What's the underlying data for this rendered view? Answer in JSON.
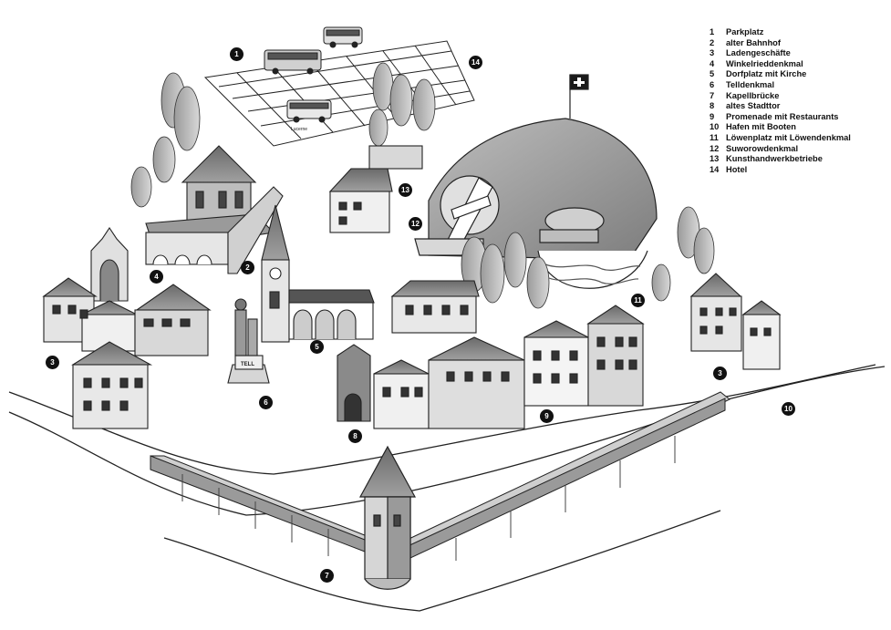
{
  "legend": [
    {
      "num": "1",
      "label": "Parkplatz"
    },
    {
      "num": "2",
      "label": "alter Bahnhof"
    },
    {
      "num": "3",
      "label": "Ladengeschäfte"
    },
    {
      "num": "4",
      "label": "Winkelrieddenkmal"
    },
    {
      "num": "5",
      "label": "Dorfplatz mit Kirche"
    },
    {
      "num": "6",
      "label": "Telldenkmal"
    },
    {
      "num": "7",
      "label": "Kapellbrücke"
    },
    {
      "num": "8",
      "label": "altes Stadttor"
    },
    {
      "num": "9",
      "label": "Promenade mit Restaurants"
    },
    {
      "num": "10",
      "label": "Hafen mit Booten"
    },
    {
      "num": "11",
      "label": "Löwenplatz mit Löwendenkmal"
    },
    {
      "num": "12",
      "label": "Suworowdenkmal"
    },
    {
      "num": "13",
      "label": "Kunsthandwerkbetriebe"
    },
    {
      "num": "14",
      "label": "Hotel"
    }
  ],
  "markers": [
    "1",
    "2",
    "3",
    "4",
    "5",
    "6",
    "7",
    "8",
    "9",
    "10",
    "11",
    "12",
    "13",
    "14",
    "3"
  ],
  "signs": {
    "bus": "Lucerne",
    "statue_plaque": "TELL"
  },
  "colors": {
    "ink": "#1a1a1a",
    "flag_red": "#c8102e",
    "shade": "#8a8a8a",
    "light_shade": "#c9c9c9",
    "water": "#e6e6e6"
  }
}
